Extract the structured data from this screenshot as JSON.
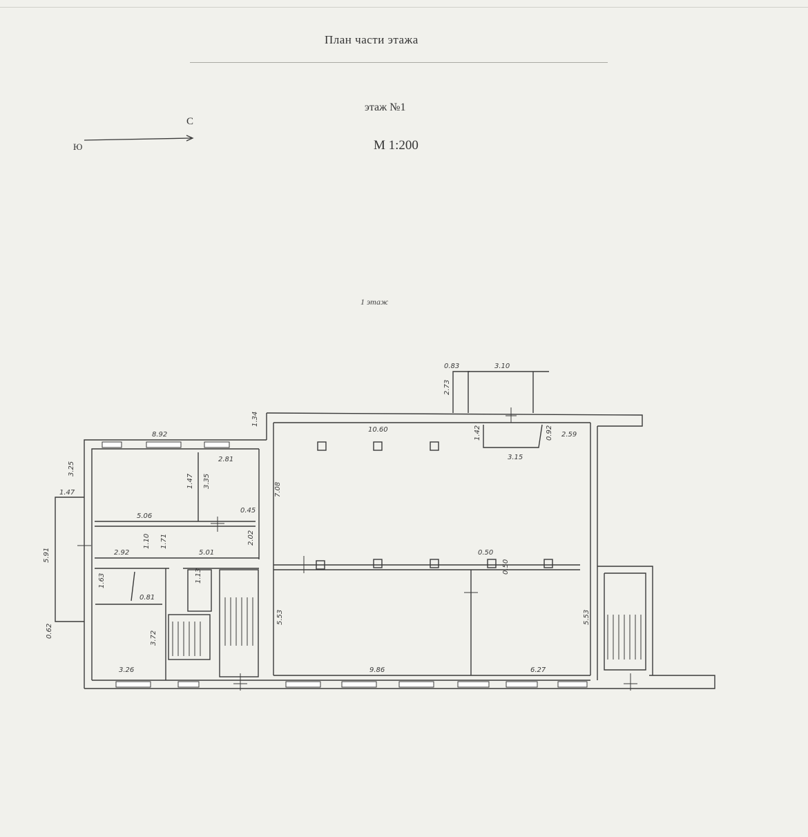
{
  "header": {
    "title": "План части этажа",
    "floor": "этаж №1",
    "scale": "М 1:200"
  },
  "compass": {
    "north": "С",
    "south": "Ю"
  },
  "plan": {
    "caption": "1 этаж",
    "dimensions": {
      "d0_83": "0.83",
      "d3_10": "3.10",
      "d2_73": "2.73",
      "d1_34": "1.34",
      "d10_60": "10.60",
      "d1_42": "1.42",
      "d0_92": "0.92",
      "d2_59": "2.59",
      "d3_15": "3.15",
      "d8_92": "8.92",
      "d3_25": "3.25",
      "d2_81": "2.81",
      "d7_08": "7.08",
      "d1_47a": "1.47",
      "d3_35": "3.35",
      "d1_47b": "1.47",
      "d5_06": "5.06",
      "d0_45": "0.45",
      "d1_10": "1.10",
      "d1_71": "1.71",
      "d2_02": "2.02",
      "d5_91": "5.91",
      "d2_92": "2.92",
      "d5_01": "5.01",
      "d0_50a": "0.50",
      "d0_50b": "0.50",
      "d1_63": "1.63",
      "d0_81": "0.81",
      "d1_13": "1.13",
      "d0_62": "0.62",
      "d3_72": "3.72",
      "d5_53a": "5.53",
      "d5_53b": "5.53",
      "d3_26": "3.26",
      "d9_86": "9.86",
      "d6_27": "6.27"
    }
  },
  "colors": {
    "paper": "#f1f1ec",
    "line": "#3a3a3a"
  }
}
